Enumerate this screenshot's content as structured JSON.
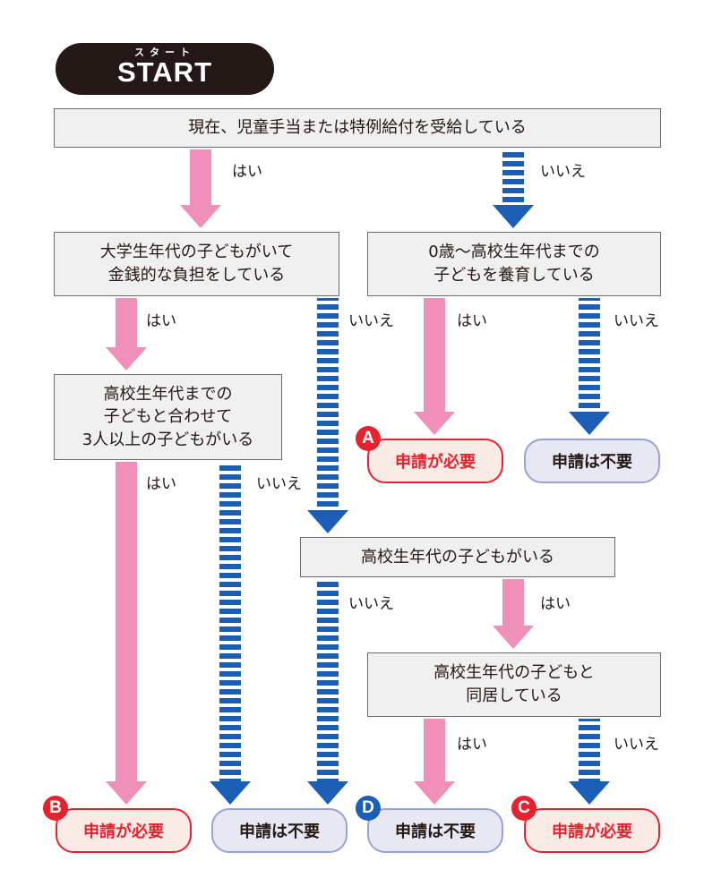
{
  "start": {
    "ruby": "スタート",
    "label": "START"
  },
  "questions": {
    "q1": "現在、児童手当または特例給付を受給している",
    "q2": [
      "大学生年代の子どもがいて",
      "金銭的な負担をしている"
    ],
    "q3": [
      "0歳～高校生年代までの",
      "子どもを養育している"
    ],
    "q4": [
      "高校生年代までの",
      "子どもと合わせて",
      "3人以上の子どもがいる"
    ],
    "q5": "高校生年代の子どもがいる",
    "q6": [
      "高校生年代の子どもと",
      "同居している"
    ]
  },
  "answers": {
    "yes": "はい",
    "no": "いいえ"
  },
  "results": {
    "A": {
      "badge": "A",
      "text": "申請が必要"
    },
    "none_1": {
      "text": "申請は不要"
    },
    "B": {
      "badge": "B",
      "text": "申請が必要"
    },
    "none_2": {
      "text": "申請は不要"
    },
    "D": {
      "badge": "D",
      "text": "申請は不要"
    },
    "C": {
      "badge": "C",
      "text": "申請が必要"
    }
  },
  "colors": {
    "yes_arrow": "#f08fb8",
    "no_arrow": "#1b5eb5",
    "need_border": "#e5232e",
    "none_border": "#9aa1d3",
    "start_bg": "#231815"
  },
  "arrows": [
    {
      "type": "yes",
      "from": "q1",
      "to": "q2"
    },
    {
      "type": "no",
      "from": "q1",
      "to": "q3"
    },
    {
      "type": "yes",
      "from": "q2",
      "to": "q4"
    },
    {
      "type": "no",
      "from": "q2",
      "to": "q5"
    },
    {
      "type": "yes",
      "from": "q3",
      "to": "A"
    },
    {
      "type": "no",
      "from": "q3",
      "to": "none_1"
    },
    {
      "type": "yes",
      "from": "q4",
      "to": "B"
    },
    {
      "type": "no",
      "from": "q4",
      "to": "none_2"
    },
    {
      "type": "yes",
      "from": "q5",
      "to": "q6"
    },
    {
      "type": "no",
      "from": "q5",
      "to": "none_2"
    },
    {
      "type": "yes",
      "from": "q6",
      "to": "D"
    },
    {
      "type": "no",
      "from": "q6",
      "to": "C"
    }
  ]
}
